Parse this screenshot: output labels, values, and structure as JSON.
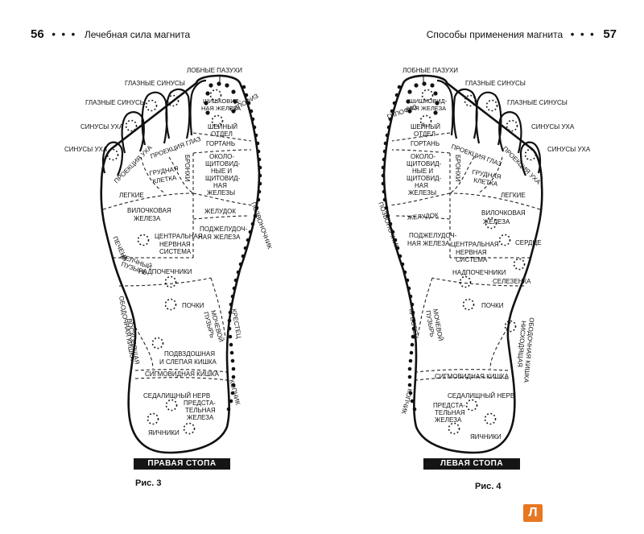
{
  "header_left": {
    "page": "56",
    "dots": "• • •",
    "title": "Лечебная сила магнита"
  },
  "header_right": {
    "title": "Способы применения магнита",
    "dots": "• • •",
    "page": "57"
  },
  "right_foot": {
    "caption": "ПРАВАЯ СТОПА",
    "figure": "Рис. 3",
    "labels": {
      "frontal_sinuses": "ЛОБНЫЕ ПАЗУХИ",
      "eye_sinuses_1": "ГЛАЗНЫЕ СИНУСЫ",
      "eye_sinuses_2": "ГЛАЗНЫЕ СИНУСЫ",
      "ear_sinuses_1": "СИНУСЫ УХА",
      "ear_sinuses_2": "СИНУСЫ УХА",
      "pineal_1": "ШИШКОВИД-",
      "pineal_2": "НАЯ ЖЕЛЕЗА",
      "pituitary": "ГИПОФИЗ",
      "cervical_1": "ШЕЙНЫЙ",
      "cervical_2": "ОТДЕЛ",
      "larynx": "ГОРТАНЬ",
      "eye_projection": "ПРОЕКЦИЯ ГЛАЗ",
      "ear_projection": "ПРОЕКЦИЯ УХА",
      "bronchi": "БРОНХИ",
      "chest_1": "ГРУДНАЯ",
      "chest_2": "КЛЕТКА",
      "thyroid_1": "ОКОЛО-",
      "thyroid_2": "ЩИТОВИД-",
      "thyroid_3": "НЫЕ И",
      "thyroid_4": "ЩИТОВИД-",
      "thyroid_5": "НАЯ",
      "thyroid_6": "ЖЕЛЕЗЫ",
      "lungs": "ЛЕГКИЕ",
      "thymus_1": "ВИЛОЧКОВАЯ",
      "thymus_2": "ЖЕЛЕЗА",
      "stomach": "ЖЕЛУДОК",
      "spine": "ПОЗВОНОЧНИК",
      "pancreas_1": "ПОДЖЕЛУДОЧ-",
      "pancreas_2": "НАЯ ЖЕЛЕЗА",
      "liver": "ПЕЧЕНЬ",
      "cns_1": "ЦЕНТРАЛЬНАЯ",
      "cns_2": "НЕРВНАЯ",
      "cns_3": "СИСТЕМА",
      "gallbladder_1": "ЖЕЛЧНЫЙ",
      "gallbladder_2": "ПУЗЫРЬ",
      "adrenals": "НАДПОЧЕЧНИКИ",
      "kidneys": "ПОЧКИ",
      "bladder_1": "МОЧЕВОЙ",
      "bladder_2": "ПУЗЫРЬ",
      "sacrum": "КРЕСТЕЦ",
      "colon_1": "ВОСХОДЯЩАЯ",
      "colon_2": "ОБОДОЧНАЯ КИШКА",
      "ileum_1": "ПОДВЗДОШНАЯ",
      "ileum_2": "И СЛЕПАЯ КИШКА",
      "sigmoid": "СИГМОВИДНАЯ КИШКА",
      "coccyx": "КОПЧИК",
      "sciatic": "СЕДАЛИЩНЫЙ НЕРВ",
      "prostate_1": "ПРЕДСТА-",
      "prostate_2": "ТЕЛЬНАЯ",
      "prostate_3": "ЖЕЛЕЗА",
      "ovaries": "ЯИЧНИКИ"
    }
  },
  "left_foot": {
    "caption": "ЛЕВАЯ СТОПА",
    "figure": "Рис. 4",
    "labels": {
      "frontal_sinuses": "ЛОБНЫЕ ПАЗУХИ",
      "eye_sinuses_1": "ГЛАЗНЫЕ СИНУСЫ",
      "eye_sinuses_2": "ГЛАЗНЫЕ СИНУСЫ",
      "ear_sinuses_1": "СИНУСЫ УХА",
      "ear_sinuses_2": "СИНУСЫ УХА",
      "pineal_1": "ШИШКОВИД-",
      "pineal_2": "НАЯ ЖЕЛЕЗА",
      "pituitary": "ГИПОФИЗ",
      "cervical_1": "ШЕЙНЫЙ",
      "cervical_2": "ОТДЕЛ",
      "larynx": "ГОРТАНЬ",
      "eye_projection": "ПРОЕКЦИЯ ГЛАЗ",
      "ear_projection": "ПРОЕКЦИЯ УХА",
      "bronchi": "БРОНХИ",
      "chest_1": "ГРУДНАЯ",
      "chest_2": "КЛЕТКА",
      "thyroid_1": "ОКОЛО-",
      "thyroid_2": "ЩИТОВИД-",
      "thyroid_3": "НЫЕ И",
      "thyroid_4": "ЩИТОВИД-",
      "thyroid_5": "НАЯ",
      "thyroid_6": "ЖЕЛЕЗЫ",
      "lungs": "ЛЕГКИЕ",
      "thymus_1": "ВИЛОЧКОВАЯ",
      "thymus_2": "ЖЕЛЕЗА",
      "stomach": "ЖЕЛУДОК",
      "spine": "ПОЗВОНОЧНИК",
      "pancreas_1": "ПОДЖЕЛУДОЧ-",
      "pancreas_2": "НАЯ ЖЕЛЕЗА",
      "heart": "СЕРДЦЕ",
      "spleen": "СЕЛЕЗЕНКА",
      "cns_1": "ЦЕНТРАЛЬНАЯ",
      "cns_2": "НЕРВНАЯ",
      "cns_3": "СИСТЕМА",
      "adrenals": "НАДПОЧЕЧНИКИ",
      "kidneys": "ПОЧКИ",
      "bladder_1": "МОЧЕВОЙ",
      "bladder_2": "ПУЗЫРЬ",
      "sacrum": "КРЕСТЕЦ",
      "colon_1": "НИСХОДЯЩАЯ",
      "colon_2": "ОБОДОЧНАЯ КИШКА",
      "sigmoid": "СИГМОВИДНАЯ КИШКА",
      "coccyx": "КОПЧИК",
      "sciatic": "СЕДАЛИЩНЫЙ НЕРВ",
      "prostate_1": "ПРЕДСТА-",
      "prostate_2": "ТЕЛЬНАЯ",
      "prostate_3": "ЖЕЛЕЗА",
      "ovaries": "ЯИЧНИКИ"
    }
  },
  "logo": {
    "letter": "Л",
    "color": "#e87722"
  }
}
